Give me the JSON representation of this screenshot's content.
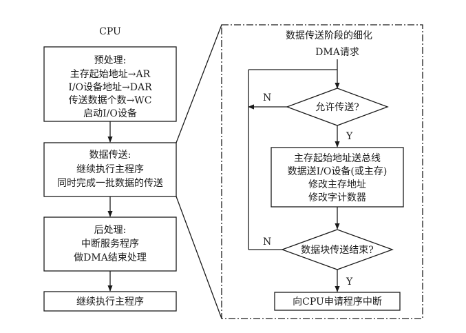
{
  "cpu_column": {
    "title": "CPU",
    "preprocess": [
      "预处理:",
      "主存起始地址→AR",
      "I/O设备地址→DAR",
      "传送数据个数→WC",
      "启动I/O设备"
    ],
    "transfer": [
      "数据传送:",
      "继续执行主程序",
      "同时完成一批数据的传送"
    ],
    "postprocess": [
      "后处理:",
      "中断服务程序",
      "做DMA结束处理"
    ],
    "resume": "继续执行主程序"
  },
  "detail": {
    "title": "数据传送阶段的细化",
    "dma_request": "DMA请求",
    "decision_allow": "允许传送?",
    "operations": [
      "主存起始地址送总线",
      "数据送I/O设备(或主存)",
      "修改主存地址",
      "修改字计数器"
    ],
    "decision_end": "数据块传送结束?",
    "interrupt": "向CPU申请程序中断",
    "yes_label": "Y",
    "no_label": "N"
  }
}
